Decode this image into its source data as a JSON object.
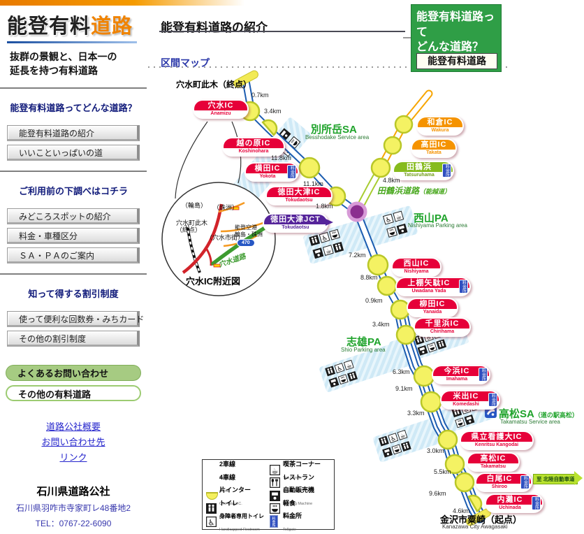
{
  "colors": {
    "accent_red": "#e60039",
    "accent_orange": "#f59300",
    "road_blue": "#1b5cb0",
    "road_green": "#a7cc30",
    "jct_purple": "#55249a",
    "info_green": "#2f9e46",
    "logo_orange": "#f08300"
  },
  "sidebar": {
    "logo": {
      "title_black": "能登有料",
      "title_orange": "道路",
      "tagline_line1": "抜群の景観と、日本一の",
      "tagline_line2": "延長を持つ有料道路"
    },
    "sections": [
      {
        "heading": "能登有料道路ってどんな道路？",
        "buttons": [
          "能登有料道路の紹介",
          "いいこといっぱいの道"
        ]
      },
      {
        "heading": "ご利用前の下調べはコチラ",
        "buttons": [
          "みどころスポットの紹介",
          "料金・車種区分",
          "ＳＡ・ＰＡのご案内"
        ]
      },
      {
        "heading": "知って得する割引制度",
        "buttons": [
          "使って便利な回数券・みちカード",
          "その他の割引制度"
        ]
      }
    ],
    "pill_buttons": [
      {
        "label": "よくあるお問い合わせ"
      },
      {
        "label": "その他の有料道路"
      }
    ],
    "links": [
      "道路公社概要",
      "お問い合わせ先",
      "リンク"
    ],
    "org": {
      "name": "石川県道路公社",
      "address": "石川県羽咋市寺家町レ48番地2",
      "tel": "TEL：0767-22-6090"
    }
  },
  "main": {
    "page_title": "能登有料道路の紹介",
    "section_title": "区間マップ",
    "info_box": {
      "line1": "能登有料道路って",
      "line2": "どんな道路？",
      "label": "能登有料道路"
    }
  },
  "map": {
    "toll_badge": "料金所",
    "start_label": {
      "jp": "穴水町此木（終点）"
    },
    "end_label": {
      "jp": "金沢市粟崎（起点）",
      "en": "Kanazawa City Awagasaki"
    },
    "arrow_label": "至 北陸自動車道",
    "branch_road": {
      "jp": "田鶴浜道路",
      "suffix": "（能越道）"
    },
    "ics": [
      {
        "name": "穴水IC",
        "en": "Anamizu"
      },
      {
        "name": "越の原IC",
        "en": "Koshinohara"
      },
      {
        "name": "横田IC",
        "en": "Yokota"
      },
      {
        "name": "徳田大津IC",
        "en": "Tokudaotsu"
      },
      {
        "name": "徳田大津JCT",
        "en": "Tokudaotsu"
      },
      {
        "name": "和倉IC",
        "en": "Wakura"
      },
      {
        "name": "高田IC",
        "en": "Takata"
      },
      {
        "name": "田鶴浜",
        "en": "Tatsuruhama"
      },
      {
        "name": "西山IC",
        "en": "Nishiyama"
      },
      {
        "name": "上棚矢駄IC",
        "en": "Uwadana Yada"
      },
      {
        "name": "柳田IC",
        "en": "Yanaida"
      },
      {
        "name": "千里浜IC",
        "en": "Chirihama"
      },
      {
        "name": "今浜IC",
        "en": "Imahama"
      },
      {
        "name": "米出IC",
        "en": "Komedashi"
      },
      {
        "name": "県立看護大IC",
        "en": "Kenritsu Kangodai"
      },
      {
        "name": "高松IC",
        "en": "Takamatsu"
      },
      {
        "name": "白尾IC",
        "en": "Shiroo"
      },
      {
        "name": "内灘IC",
        "en": "Uchinada"
      }
    ],
    "facilities": [
      {
        "jp": "別所岳SA",
        "en": "Besshodake Service area"
      },
      {
        "jp": "西山PA",
        "en": "Nishiyama Parking area"
      },
      {
        "jp": "志雄PA",
        "en": "Shio Parking area"
      },
      {
        "jp": "高松SA",
        "suffix": "（道の駅高松）",
        "en": "Takamatsu Service area"
      }
    ],
    "distances": [
      "0.7km",
      "3.4km",
      "11.8km",
      "11.1km",
      "1.8km",
      "4.8km",
      "7.2km",
      "8.8km",
      "0.9km",
      "3.4km",
      "6.3km",
      "9.1km",
      "3.3km",
      "3.0km",
      "5.5km",
      "9.6km",
      "4.6km"
    ],
    "inset": {
      "title": "穴水IC附近図",
      "wajima": "（輪島）",
      "suzu": "（珠洲）",
      "konogi_line1": "穴水町此木",
      "konogi_line2": "（終点）",
      "shigai": "（穴水市街）",
      "airport_line1": "能登空港",
      "airport_line2": "輪島・珠洲",
      "route_number": "470",
      "road_name": "穴水道路"
    },
    "legend": {
      "left": [
        {
          "jp": "2車線",
          "en": "2lane"
        },
        {
          "jp": "4車線",
          "en": "4lane"
        },
        {
          "jp": "片インター",
          "en": "One Way I.C."
        },
        {
          "jp": "トイレ",
          "en": "Restroom"
        },
        {
          "jp": "身障者専用トイレ",
          "en": "Handicapped Restroom"
        }
      ],
      "right": [
        {
          "jp": "喫茶コーナー",
          "en": "Tea Corner"
        },
        {
          "jp": "レストラン",
          "en": "Restaurant"
        },
        {
          "jp": "自動販売機",
          "en": "Vending Machine"
        },
        {
          "jp": "軽食",
          "en": "Snacks"
        },
        {
          "jp": "料金所",
          "en": "Tollgate"
        }
      ]
    }
  }
}
